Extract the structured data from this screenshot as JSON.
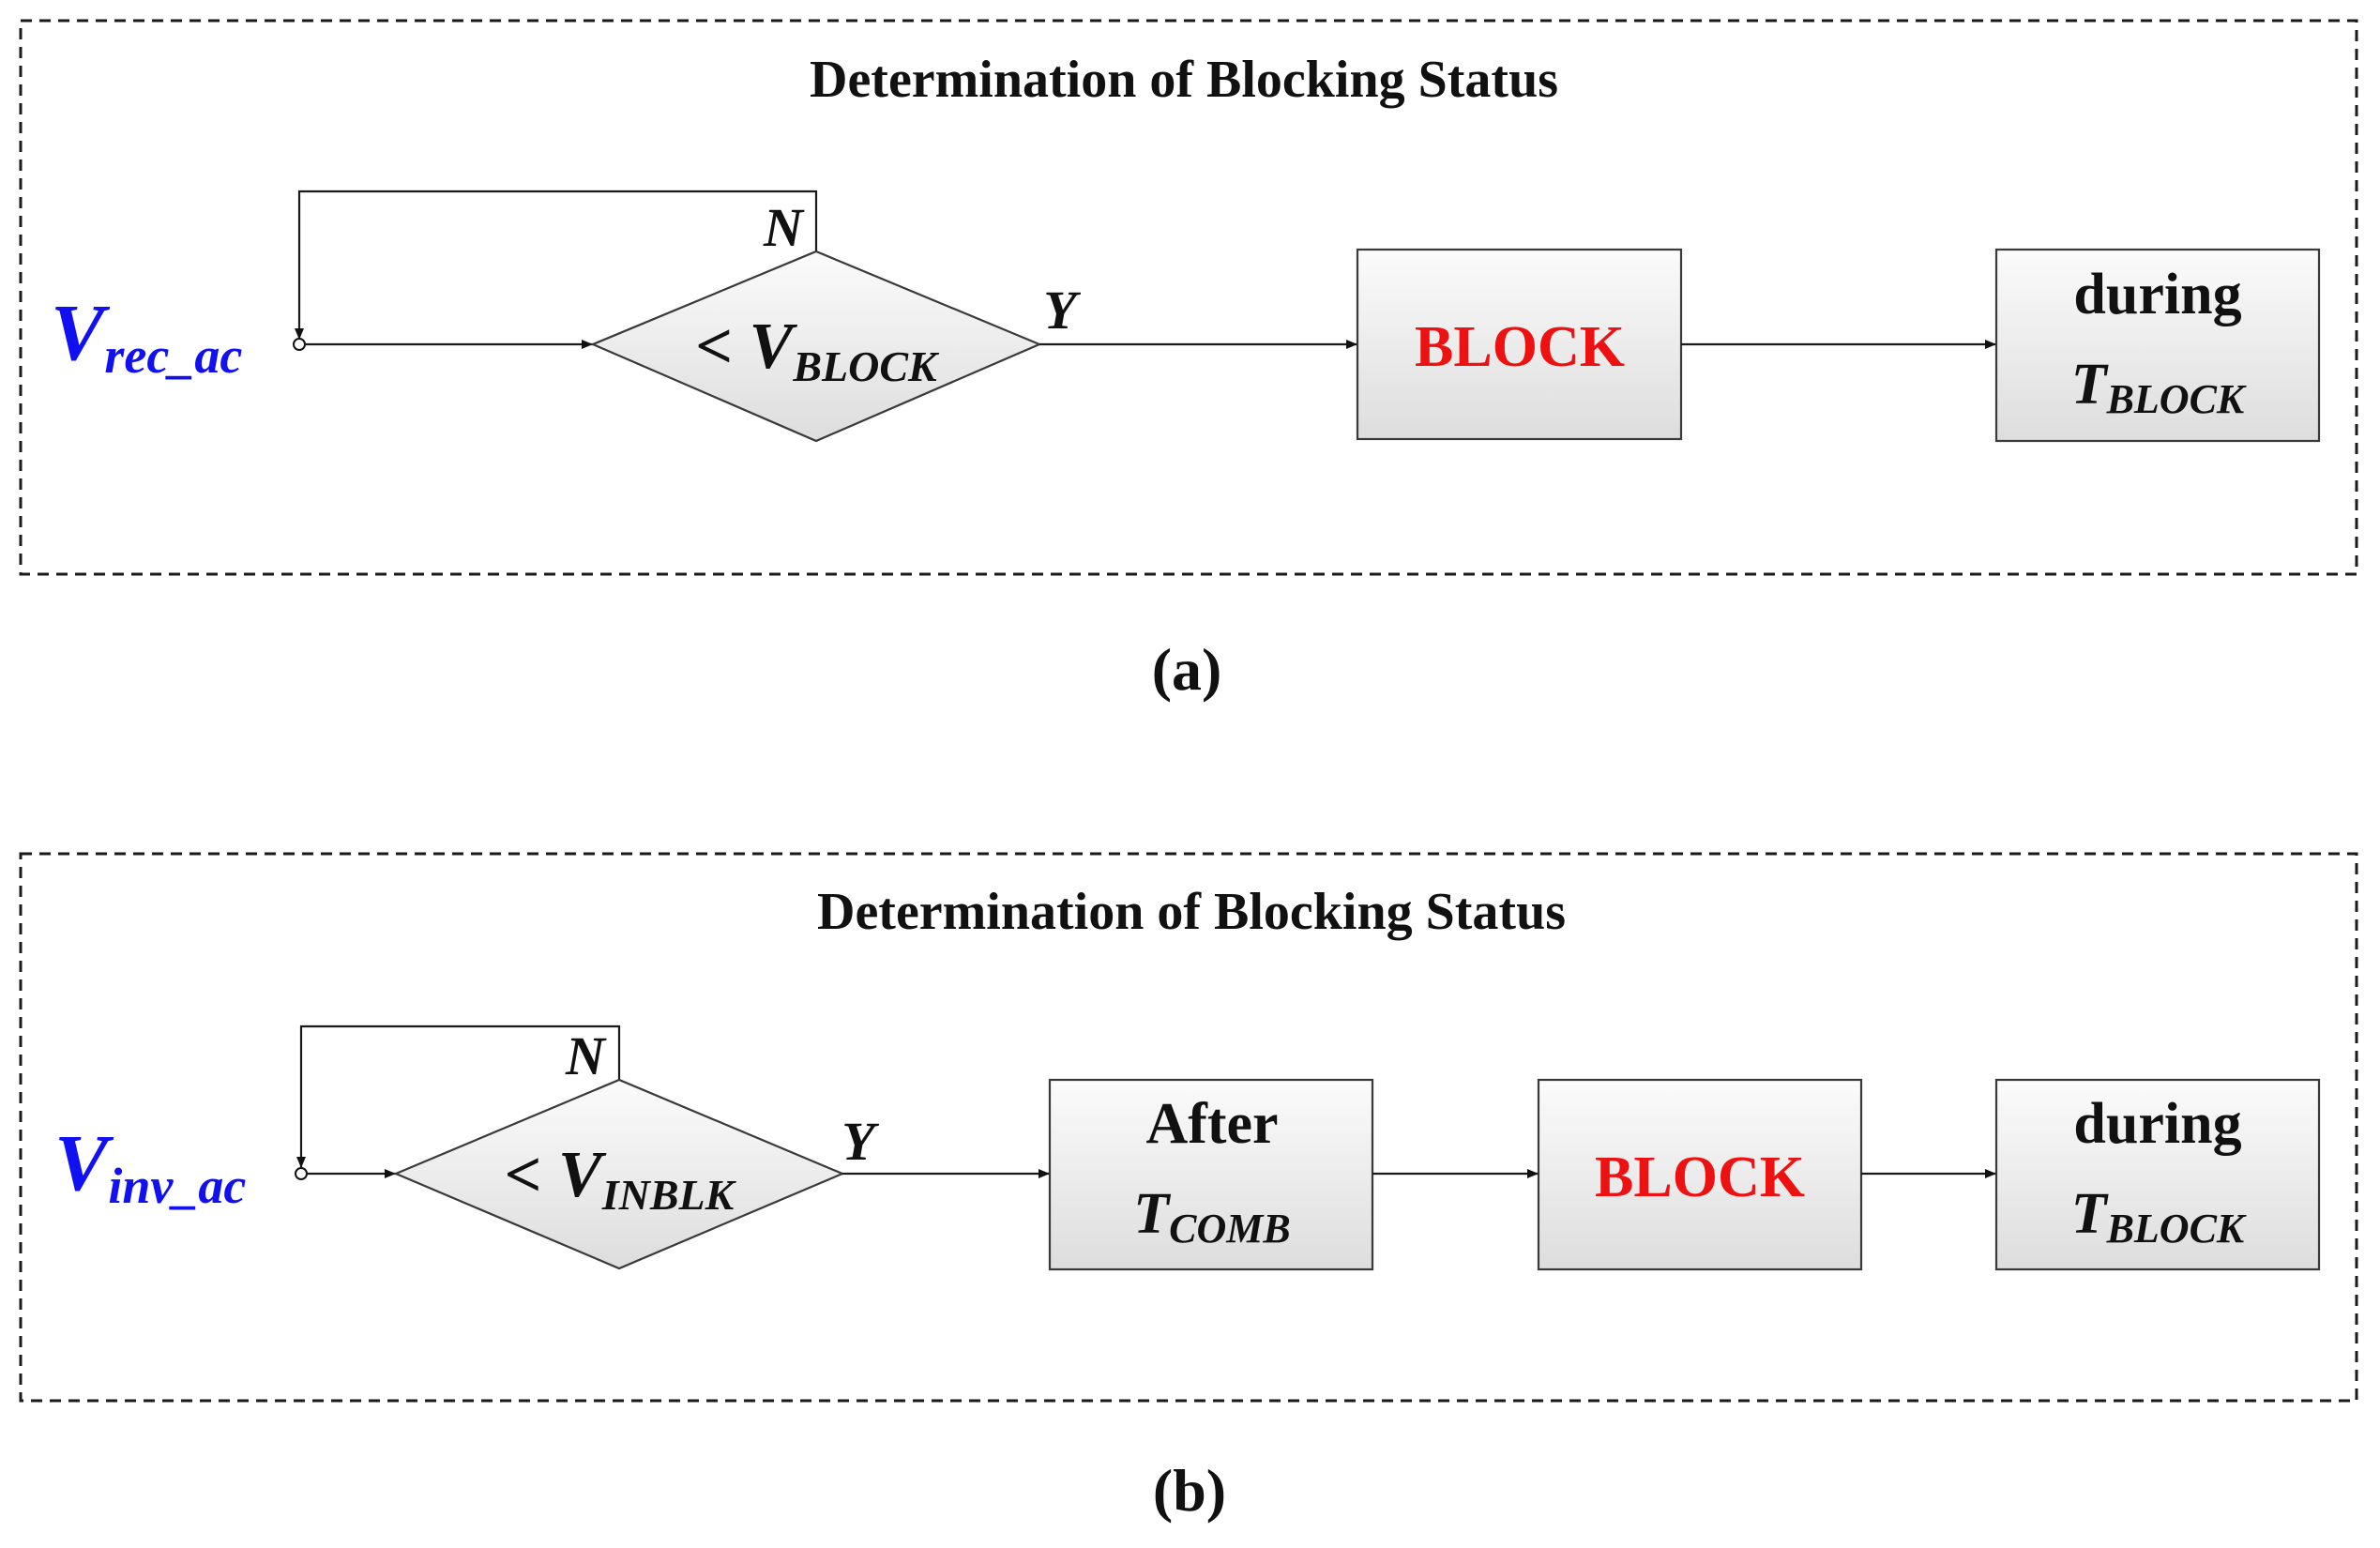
{
  "panels": [
    {
      "caption": "(a)",
      "title": "Determination of Blocking Status",
      "input": {
        "main": "V",
        "sub": "rec_ac"
      },
      "condition": {
        "prefix": "< V",
        "sub": "BLOCK"
      },
      "no_label": "N",
      "yes_label": "Y",
      "boxes": [
        {
          "kind": "block",
          "text": "BLOCK"
        },
        {
          "kind": "timed",
          "line1": "during",
          "main": "T",
          "sub": "BLOCK"
        }
      ]
    },
    {
      "caption": "(b)",
      "title": "Determination of Blocking Status",
      "input": {
        "main": "V",
        "sub": "inv_ac"
      },
      "condition": {
        "prefix": "< V",
        "sub": "INBLK"
      },
      "no_label": "N",
      "yes_label": "Y",
      "boxes": [
        {
          "kind": "timed",
          "line1": "After",
          "main": "T",
          "sub": "COMB"
        },
        {
          "kind": "block",
          "text": "BLOCK"
        },
        {
          "kind": "timed",
          "line1": "during",
          "main": "T",
          "sub": "BLOCK"
        }
      ]
    }
  ],
  "colors": {
    "input_variable": "#1010f0",
    "block_text": "#ee1111",
    "box_fill_top": "#fbfbfb",
    "box_fill_bottom": "#dddddd"
  }
}
